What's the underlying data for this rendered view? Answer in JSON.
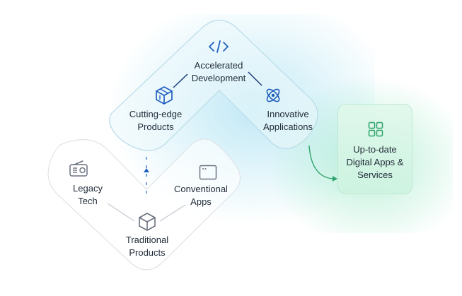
{
  "nodes": {
    "accelerated_development": {
      "line1": "Accelerated",
      "line2": "Development",
      "icon": "code-icon"
    },
    "cutting_edge_products": {
      "line1": "Cutting-edge",
      "line2": "Products",
      "icon": "cube-box-icon"
    },
    "innovative_applications": {
      "line1": "Innovative",
      "line2": "Applications",
      "icon": "atom-icon"
    },
    "legacy_tech": {
      "line1": "Legacy",
      "line2": "Tech",
      "icon": "radio-icon"
    },
    "conventional_apps": {
      "line1": "Conventional",
      "line2": "Apps",
      "icon": "window-icon"
    },
    "traditional_products": {
      "line1": "Traditional",
      "line2": "Products",
      "icon": "box-icon"
    },
    "digital_apps": {
      "line1": "Up-to-date",
      "line2": "Digital Apps &",
      "line3": "Services",
      "icon": "grid-icon"
    }
  },
  "colors": {
    "accent_blue": "#1f5fbf",
    "accent_green": "#2fa36b",
    "gray_line": "#d0d5dc",
    "gray_icon": "#6b7280"
  }
}
